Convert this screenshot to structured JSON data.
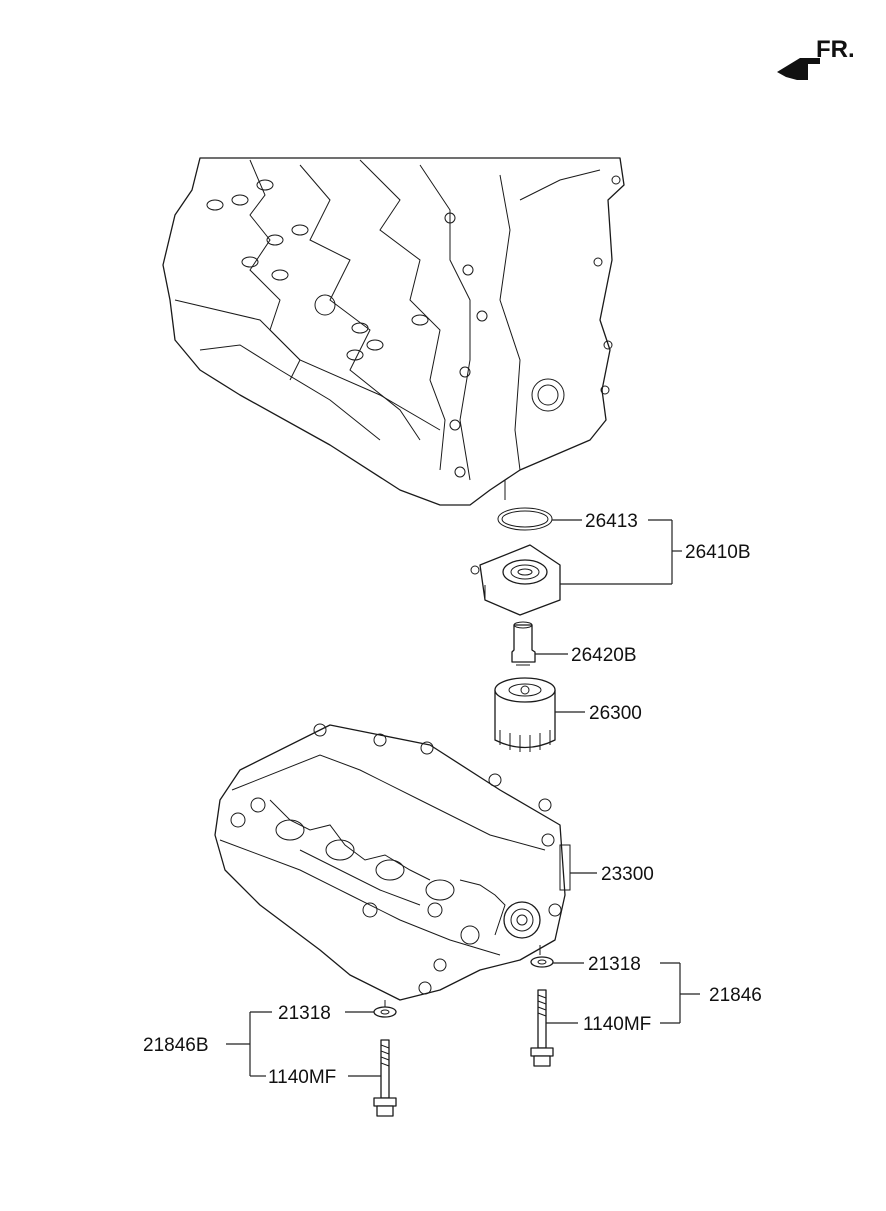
{
  "orientation": {
    "label": "FR.",
    "icon": "front-direction-arrow-icon"
  },
  "callouts": {
    "oring": "26413",
    "cooler_assy": "26410B",
    "connector": "26420B",
    "filter": "26300",
    "balance_shaft": "23300",
    "washer_right": "21318",
    "kit_right": "21846",
    "bolt_right": "1140MF",
    "washer_left": "21318",
    "kit_left": "21846B",
    "bolt_left": "1140MF"
  }
}
